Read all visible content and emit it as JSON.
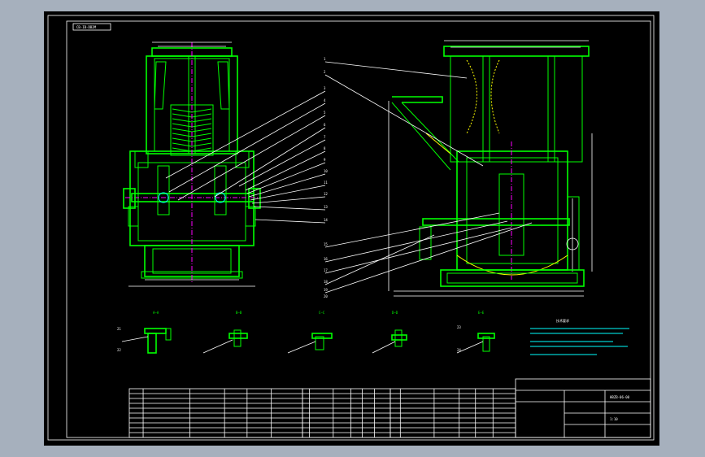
{
  "drawing": {
    "title_tag": "CB-IB-DB2M",
    "drawing_number": "HBZB-06-00",
    "scale": "1:10"
  },
  "colors": {
    "background": "#000000",
    "frame": "#ffffff",
    "structure": "#00ff00",
    "centerline": "#ff00ff",
    "leader": "#ffffff",
    "accent": "#ffff00"
  },
  "balloons": {
    "right_view": [
      "1",
      "2",
      "3",
      "4",
      "5",
      "6",
      "7",
      "8",
      "9",
      "10",
      "11",
      "12",
      "13",
      "14",
      "15",
      "16",
      "17",
      "18",
      "19",
      "20"
    ],
    "left_view": [
      "21",
      "22",
      "23",
      "24"
    ]
  },
  "section_labels": [
    "A—A",
    "B—B",
    "C—C",
    "D—D",
    "E—E"
  ],
  "tech_requirements": {
    "title": "技术要求"
  }
}
